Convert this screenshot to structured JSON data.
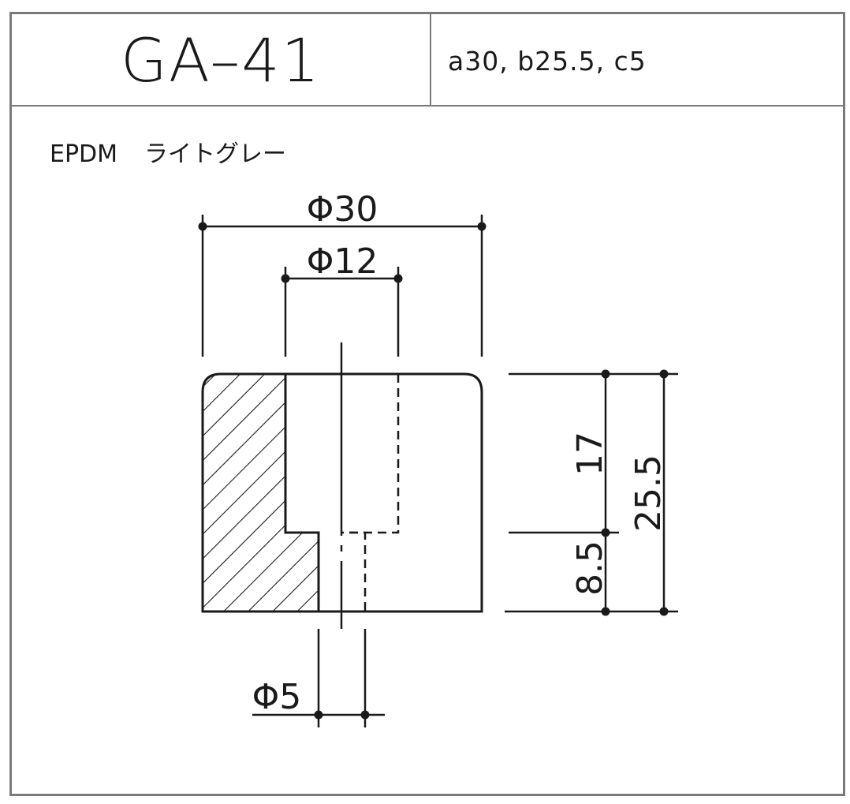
{
  "header": {
    "model_code": "GA–41",
    "dimensions_summary": "a30,  b25.5,  c5"
  },
  "material": {
    "name": "EPDM",
    "color": "ライトグレー"
  },
  "dimensions": {
    "outer_diameter": "Φ30",
    "inner_diameter": "Φ12",
    "hole_diameter": "Φ5",
    "upper_height": "17",
    "total_height": "25.5",
    "lower_height": "8.5"
  },
  "colors": {
    "line": "#1a1a1a",
    "frame": "#7a7a7a",
    "background": "#ffffff"
  }
}
